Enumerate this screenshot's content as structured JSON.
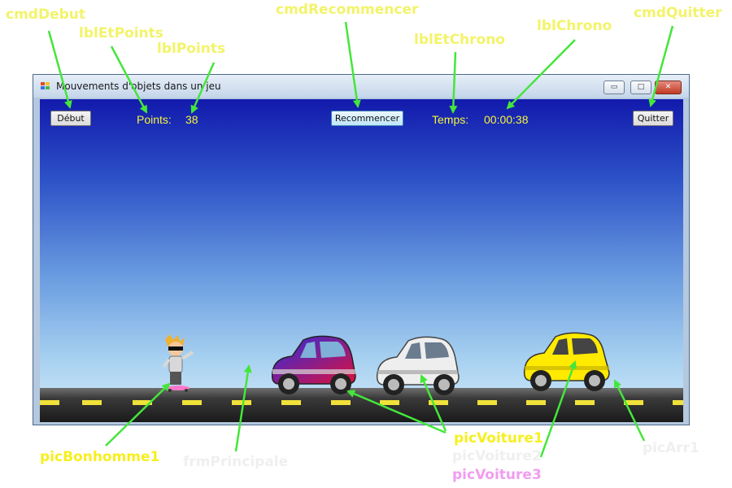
{
  "window": {
    "title": "Mouvements d'objets dans un jeu",
    "controls": {
      "minimize": "▭",
      "maximize": "□",
      "close": "✕"
    }
  },
  "form": {
    "debut_label": "Début",
    "et_points_label": "Points:",
    "points_value": "38",
    "recommencer_label": "Recommencer",
    "et_chrono_label": "Temps:",
    "chrono_value": "00:00:38",
    "quitter_label": "Quitter"
  },
  "callouts": {
    "cmdDebut": "cmdDebut",
    "lblEtPoints": "lblEtPoints",
    "lblPoints": "lblPoints",
    "cmdRecommencer": "cmdRecommencer",
    "lblEtChrono": "lblEtChrono",
    "lblChrono": "lblChrono",
    "cmdQuitter": "cmdQuitter",
    "picBonhomme1": "picBonhomme1",
    "frmPrincipale": "frmPrincipale",
    "picVoiture1": "picVoiture1",
    "picVoiture2": "picVoiture2",
    "picVoiture3": "picVoiture3",
    "picArr1": "picArr1"
  },
  "colors": {
    "callout_green_arrow": "#44e63a",
    "callout_text": "#f3f36a",
    "label_text": "#f5f53a",
    "sky_top": "#121aac",
    "sky_bottom": "#c2e0f6",
    "road_dash": "#f1e23a",
    "car_blue_red": "#3a2bd0",
    "car_white": "#eeeeee",
    "car_yellow": "#ffea00"
  }
}
